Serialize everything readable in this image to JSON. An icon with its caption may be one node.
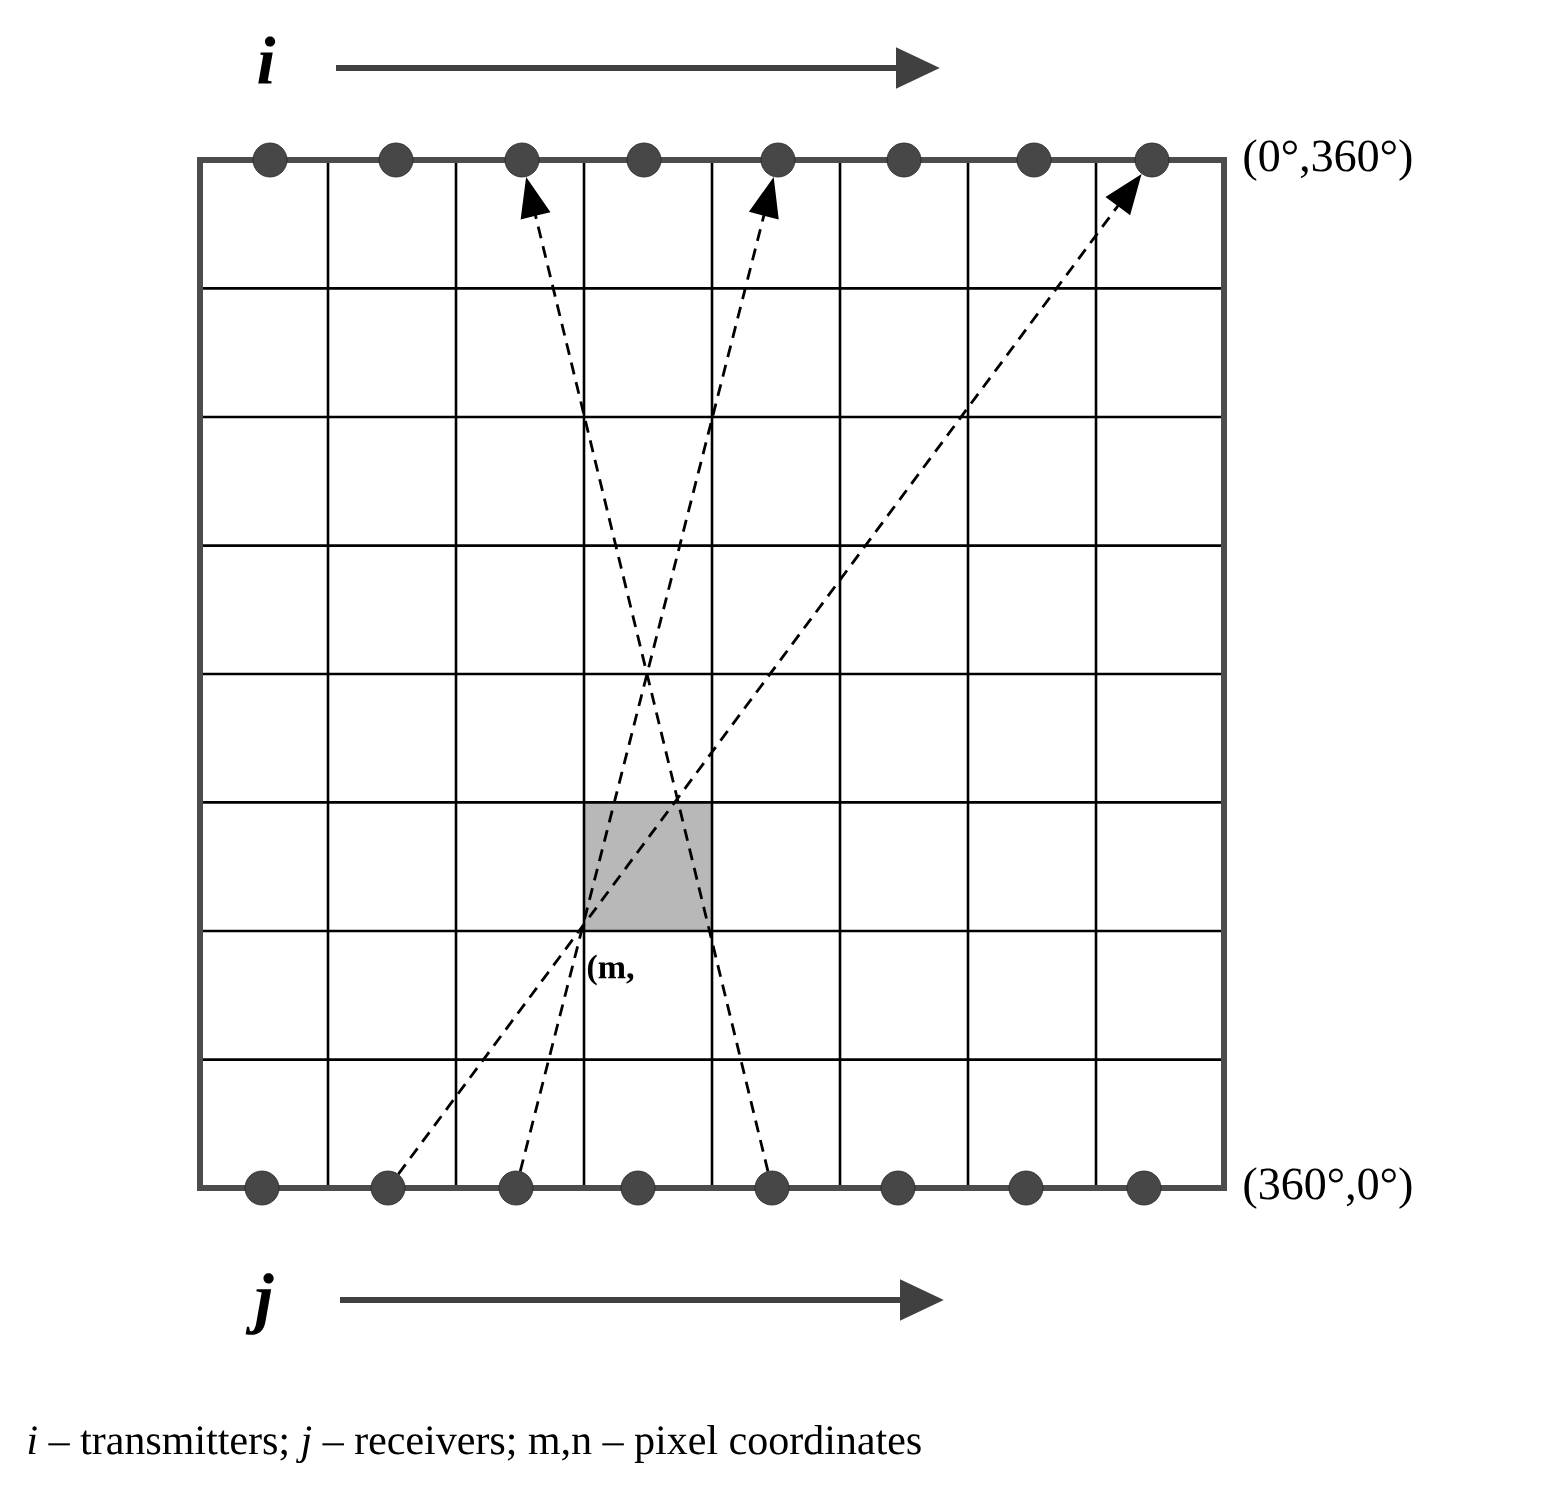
{
  "diagram": {
    "nodes": [
      {
        "text": [],
        "shape": "circle"
      },
      {
        "text": [],
        "shape": "circle"
      },
      {
        "text": [],
        "shape": "circle"
      },
      {
        "text": [],
        "shape": "circle"
      },
      {
        "text": [],
        "shape": "circle"
      },
      {
        "text": [],
        "shape": "circle"
      },
      {
        "text": [],
        "shape": "circle"
      },
      {
        "text": [],
        "shape": "circle"
      },
      {
        "text": [],
        "shape": "circle"
      },
      {
        "text": [],
        "shape": "circle"
      },
      {
        "text": [],
        "shape": "circle"
      },
      {
        "text": [],
        "shape": "circle"
      },
      {
        "text": [],
        "shape": "circle"
      },
      {
        "text": [],
        "shape": "circle"
      },
      {
        "text": [],
        "shape": "circle"
      },
      {
        "text": [],
        "shape": "circle"
      }
    ],
    "edges": [
      {
        "from": 9,
        "to": 7,
        "arrow": "to",
        "style": "dashed"
      },
      {
        "from": 10,
        "to": 4,
        "arrow": "to",
        "style": "dashed"
      },
      {
        "from": 12,
        "to": 2,
        "arrow": "to",
        "style": "dashed"
      }
    ],
    "labels": [
      "i",
      "(0°,360°)",
      "(m,",
      "(360°,0°)",
      "j",
      "*i* – transmitters;  *j* – receivers;  m,n – pixel coordinates"
    ]
  }
}
